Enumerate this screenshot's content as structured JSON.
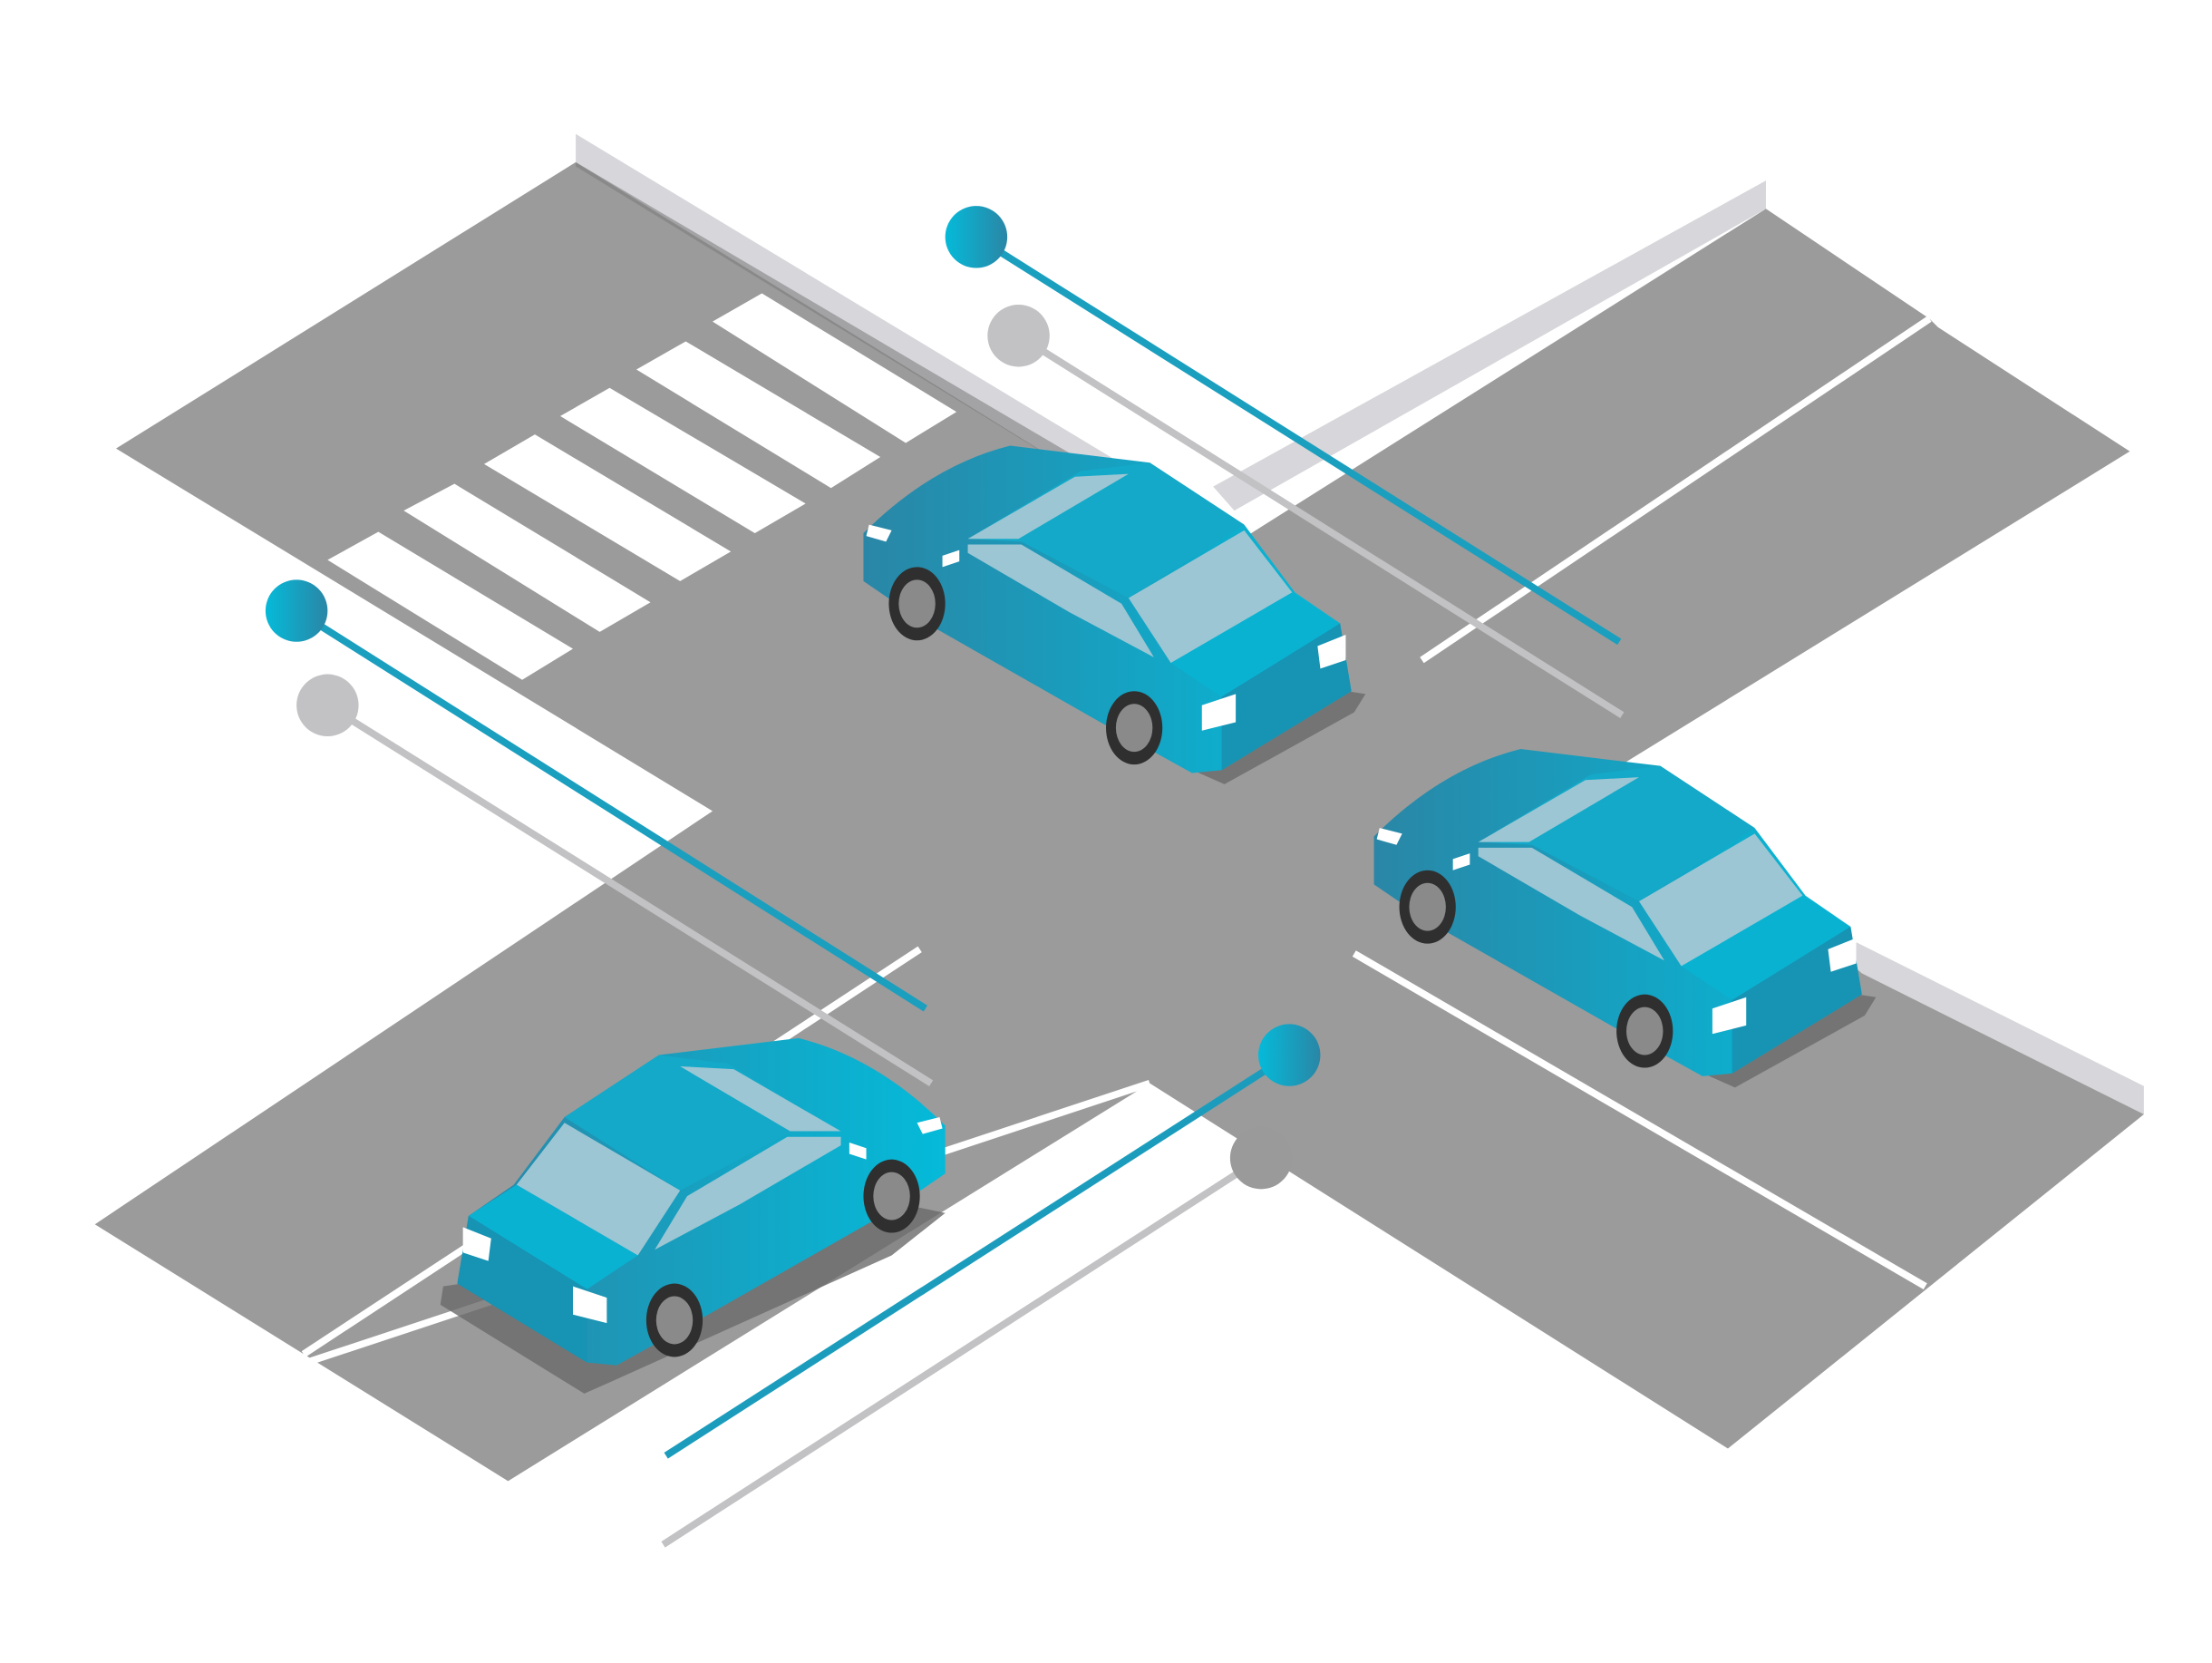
{
  "colors": {
    "background": "#ffffff",
    "road": "#9b9b9b",
    "road_shadow": "#6e6e6e",
    "curb": "#d6d6db",
    "marking": "#ffffff",
    "car_body": "#0fa6c6",
    "car_body_dark": "#2a86a6",
    "car_body_light": "#05b8d8",
    "car_window": "#9cc6d4",
    "car_shadow": "#7a7a7a",
    "wheel": "#2f2f2f",
    "wheel_rim": "#8a8a8a",
    "pin_teal": "#12a7c7",
    "pin_gray": "#c2c2c4"
  },
  "scene": {
    "cars": [
      {
        "name": "car-top",
        "heading": "southeast"
      },
      {
        "name": "car-right",
        "heading": "southeast"
      },
      {
        "name": "car-bottom-left",
        "heading": "northeast"
      }
    ],
    "crosswalk_stripes": 6,
    "pin_pairs": 3
  }
}
